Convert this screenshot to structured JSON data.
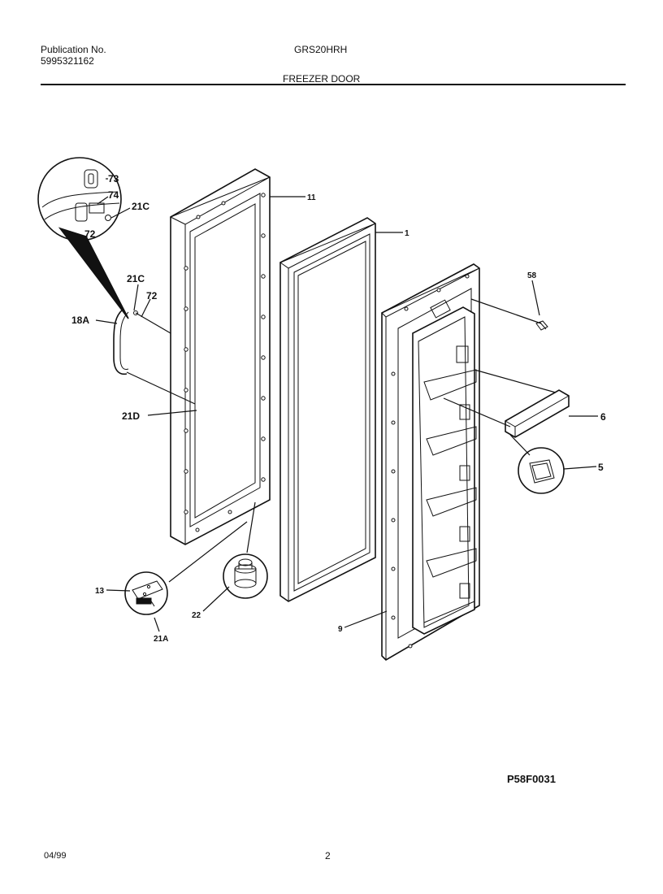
{
  "header": {
    "publication_label": "Publication No.",
    "publication_number": "5995321162",
    "model": "GRS20HRH",
    "section_title": "FREEZER DOOR"
  },
  "footer": {
    "date": "04/99",
    "page_number": "2",
    "diagram_code": "P58F0031"
  },
  "callouts": {
    "c73": "73",
    "c74": "74",
    "c21c_top": "21C",
    "c72_top": "72",
    "c21c": "21C",
    "c72": "72",
    "c18a": "18A",
    "c21d": "21D",
    "c11": "11",
    "c1": "1",
    "c58": "58",
    "c6": "6",
    "c5": "5",
    "c9": "9",
    "c13": "13",
    "c21a": "21A",
    "c22": "22"
  }
}
